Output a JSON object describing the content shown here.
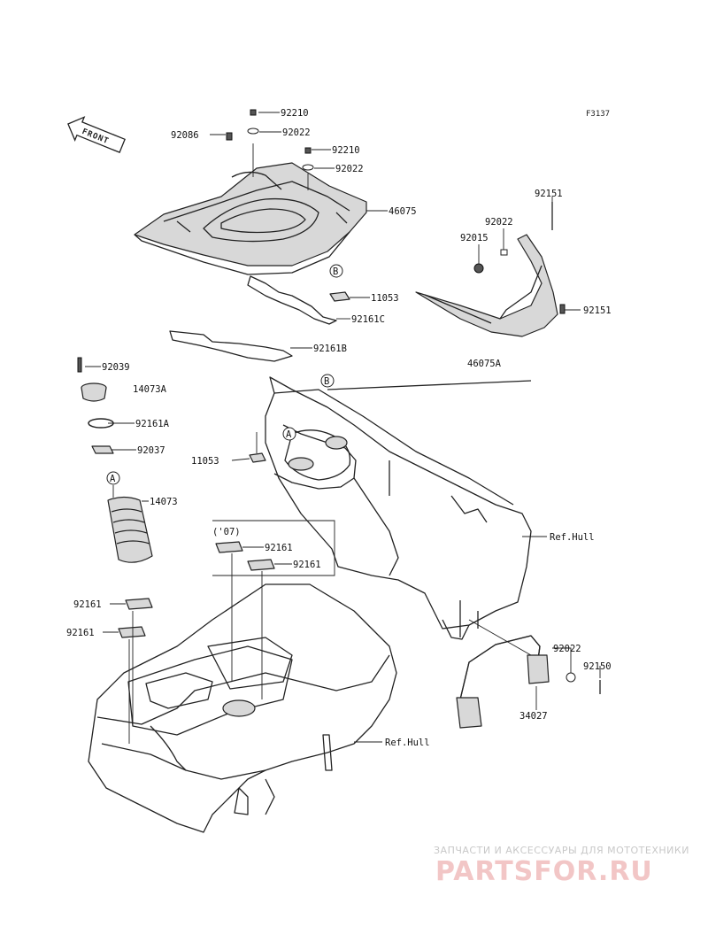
{
  "diagram_code": "F3137",
  "front_label": "FRONT",
  "year_label": "('07)",
  "ref_hull_label": "Ref.Hull",
  "circle_a": "A",
  "circle_b": "B",
  "labels": {
    "p92210a": "92210",
    "p92086": "92086",
    "p92022a": "92022",
    "p92210b": "92210",
    "p92022b": "92022",
    "p46075": "46075",
    "p11053a": "11053",
    "p92161c": "92161C",
    "p92161b": "92161B",
    "p92151a": "92151",
    "p92022c": "92022",
    "p92015": "92015",
    "p92151b": "92151",
    "p46075a": "46075A",
    "p92039": "92039",
    "p14073a": "14073A",
    "p92161a": "92161A",
    "p92037": "92037",
    "p11053b": "11053",
    "p14073": "14073",
    "p92161_1": "92161",
    "p92161_2": "92161",
    "p92161_3": "92161",
    "p92161_4": "92161",
    "p92022d": "92022",
    "p92150": "92150",
    "p34027": "34027"
  },
  "watermark": {
    "caption": "ЗАПЧАСТИ И АКСЕССУАРЫ ДЛЯ МОТОТЕХНИКИ",
    "brand": "PARTSFOR.RU",
    "brand_color": "#e8a0a0"
  }
}
